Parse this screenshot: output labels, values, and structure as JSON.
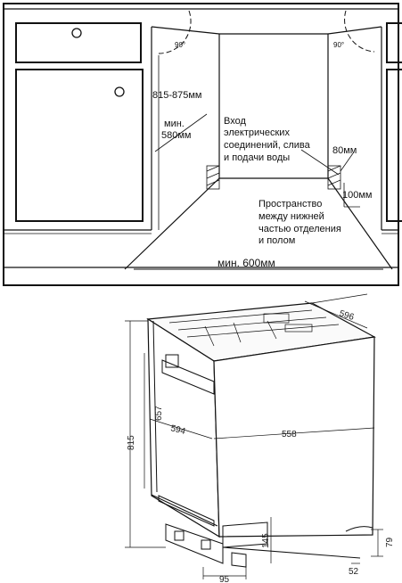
{
  "top_diagram": {
    "angle_left": "90°",
    "angle_right": "90°",
    "height_range": "815-875мм",
    "min_depth_line1": "мин.",
    "min_depth_line2": "580мм",
    "connections_note": [
      "Вход",
      "электрических",
      "соединений, слива",
      "и подачи воды"
    ],
    "dim_80": "80мм",
    "dim_100": "100мм",
    "space_note": [
      "Пространство",
      "между нижней",
      "частью отделения",
      "и полом"
    ],
    "min_width": "мин. 600мм"
  },
  "bottom_diagram": {
    "dim_596": "596",
    "dim_815": "815",
    "dim_657": "657",
    "dim_594": "594",
    "dim_558": "558",
    "dim_145": "145",
    "dim_95": "95",
    "dim_79": "79",
    "dim_52": "52"
  }
}
